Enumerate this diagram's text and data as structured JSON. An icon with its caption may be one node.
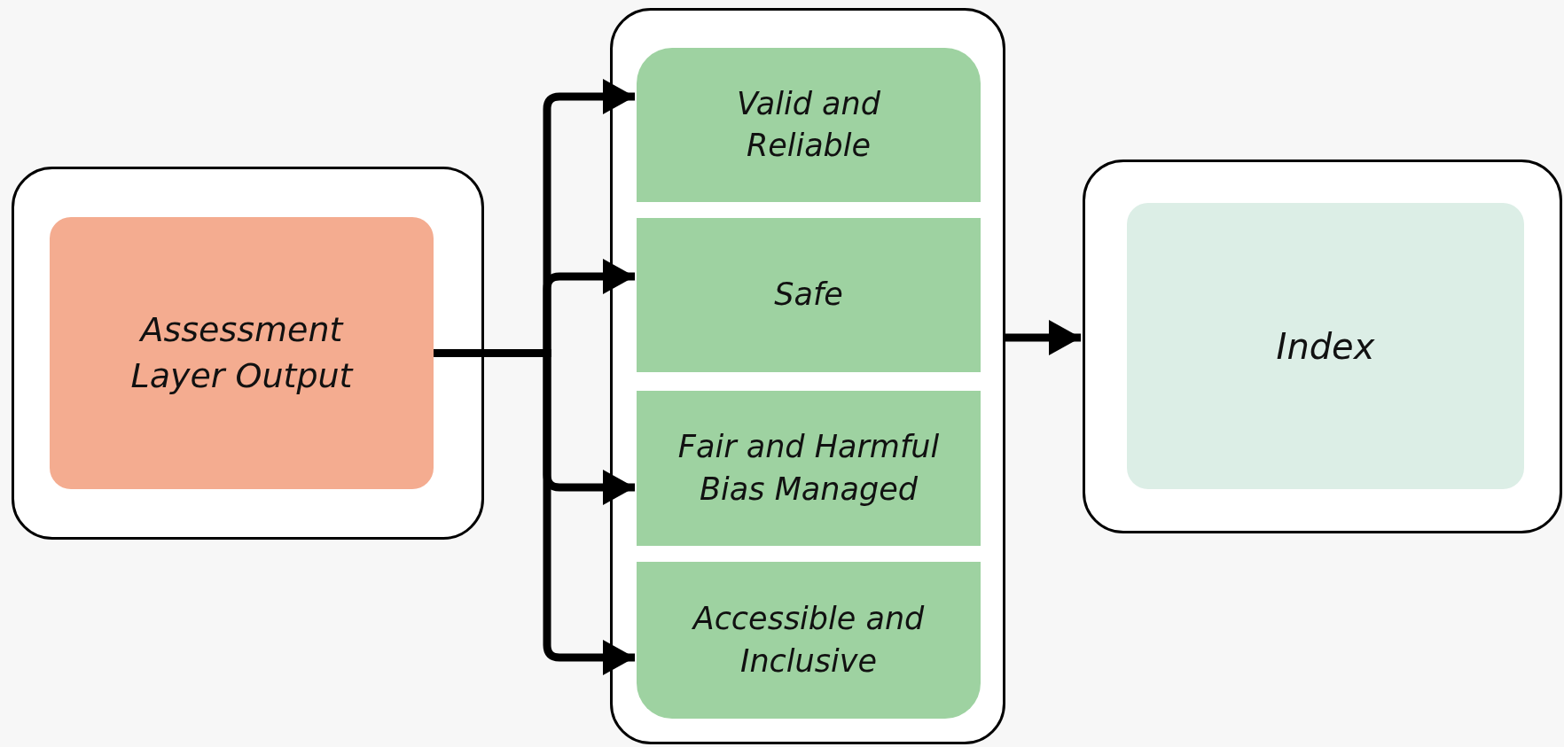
{
  "diagram": {
    "nodes": [
      {
        "text": [],
        "shape": "box"
      },
      {
        "text": [
          "Assessment Layer Output"
        ],
        "in": 0
      },
      {
        "text": [],
        "shape": "box"
      },
      {
        "text": [
          "Valid and Reliable"
        ],
        "in": 2
      },
      {
        "text": [
          "Safe"
        ],
        "in": 2
      },
      {
        "text": [
          "Fair and Harmful Bias Managed"
        ],
        "in": 2
      },
      {
        "text": [
          "Accessible and Inclusive"
        ],
        "in": 2
      },
      {
        "text": [],
        "shape": "box"
      },
      {
        "text": [
          "Index"
        ],
        "in": 7
      }
    ],
    "edges": [
      {
        "from": 1,
        "to": 3,
        "arrow": "to"
      },
      {
        "from": 1,
        "to": 4,
        "arrow": "to"
      },
      {
        "from": 1,
        "to": 5,
        "arrow": "to"
      },
      {
        "from": 1,
        "to": 6,
        "arrow": "to"
      },
      {
        "from": 2,
        "to": 7,
        "arrow": "to"
      }
    ]
  }
}
